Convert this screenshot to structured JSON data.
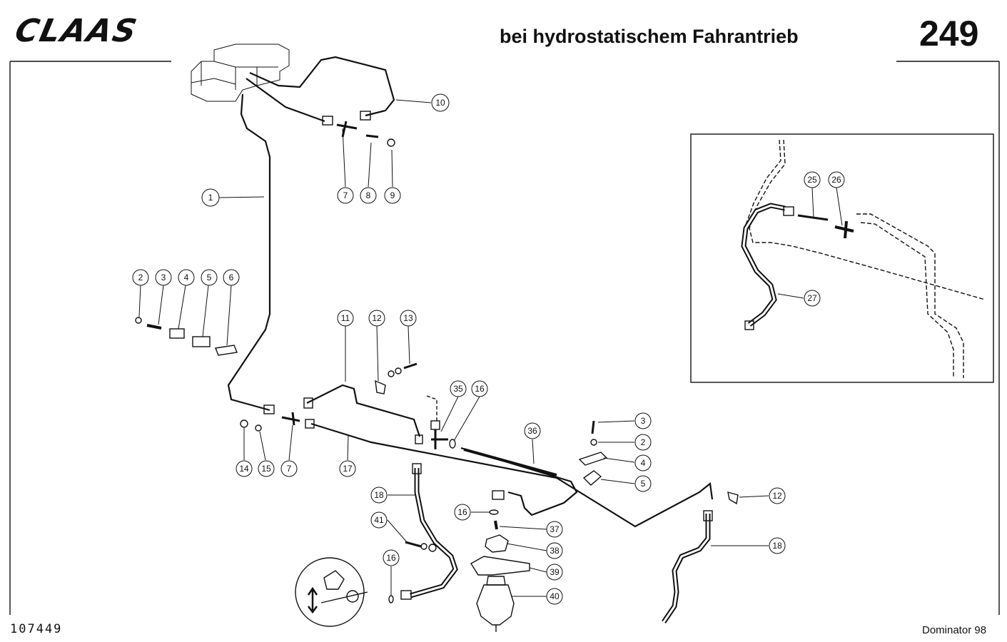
{
  "header": {
    "brand": "CLAAS",
    "title": "bei hydrostatischem Fahrantrieb",
    "page_number": "249"
  },
  "footer": {
    "drawing_number": "107449",
    "model": "Dominator 98"
  },
  "callouts": [
    "1",
    "2",
    "3",
    "4",
    "5",
    "6",
    "7",
    "8",
    "9",
    "10",
    "11",
    "12",
    "13",
    "14",
    "15",
    "7",
    "17",
    "16",
    "35",
    "36",
    "3",
    "2",
    "4",
    "5",
    "12",
    "18",
    "41",
    "16",
    "16",
    "37",
    "38",
    "39",
    "40",
    "18",
    "25",
    "26",
    "27"
  ]
}
